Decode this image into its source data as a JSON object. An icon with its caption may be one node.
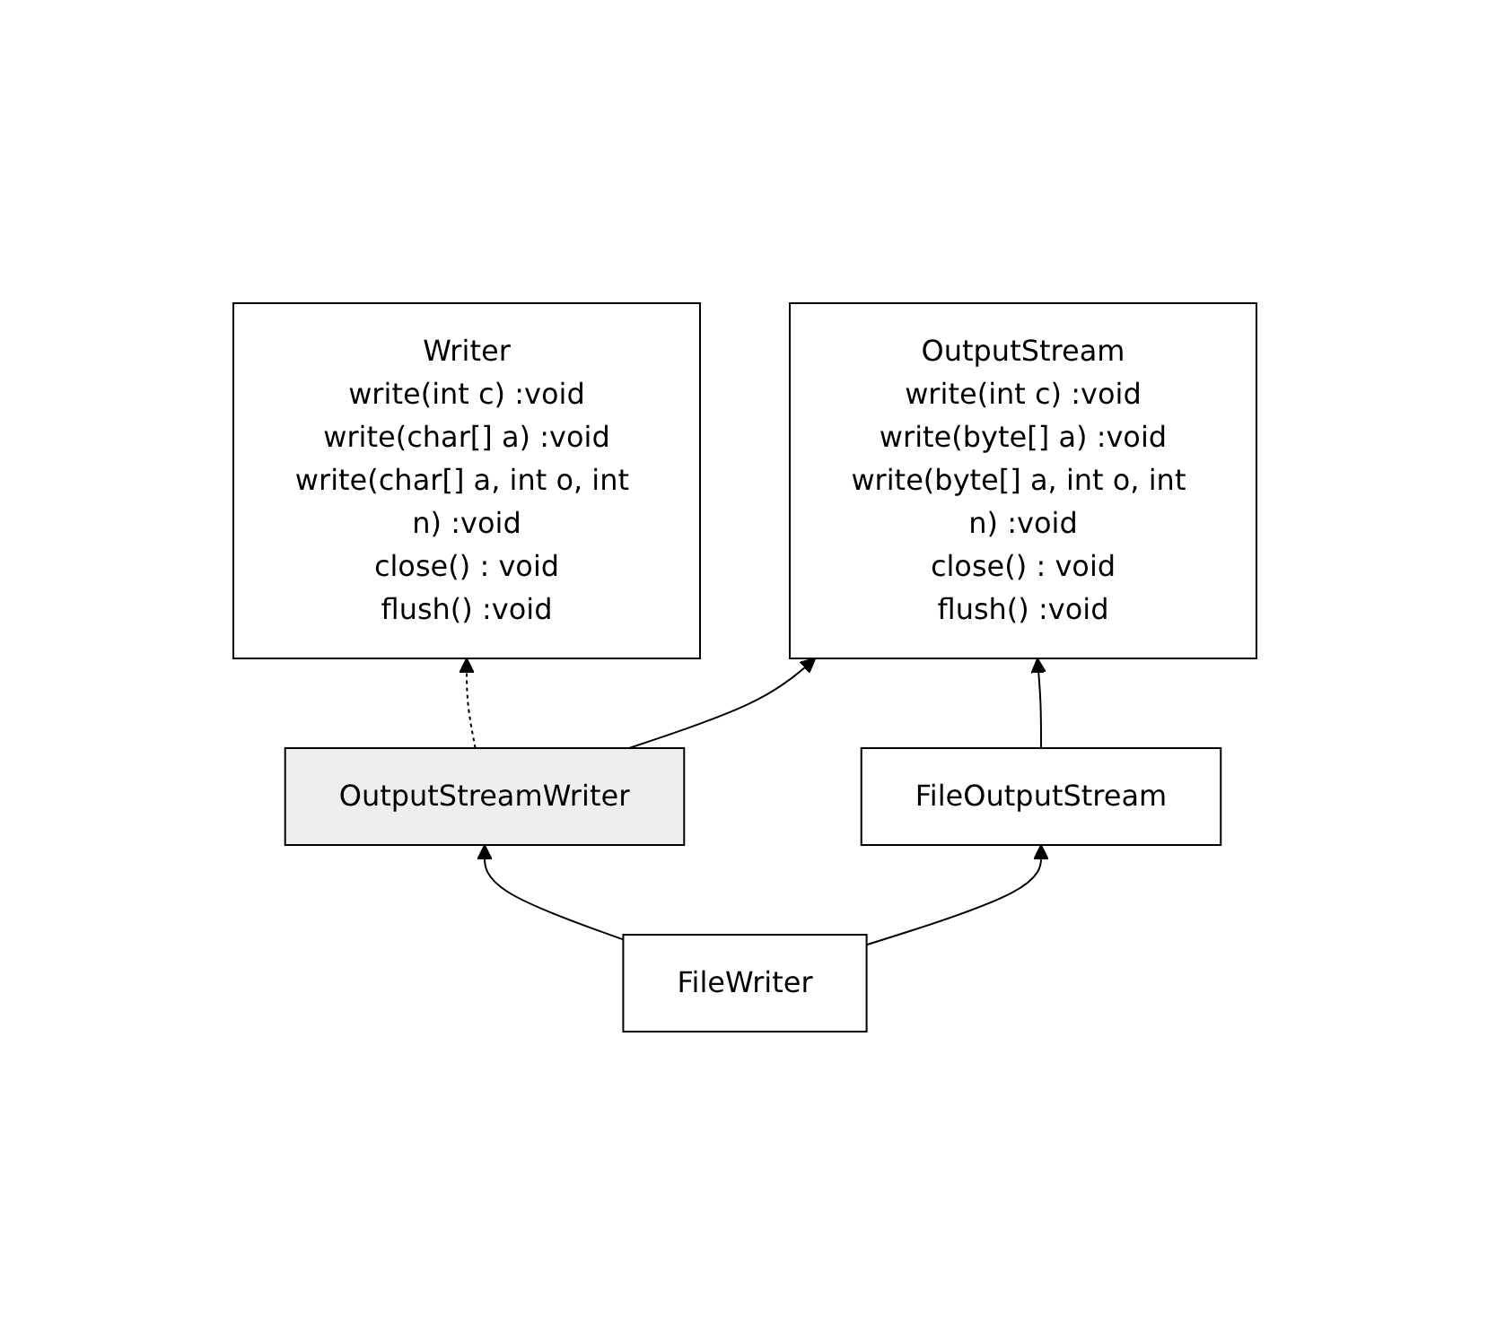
{
  "diagram": {
    "nodes": [
      {
        "text": [
          "Writer",
          "write(int c) :void",
          "write(char[] a) :void",
          "write(char[] a, int o, int n) :void",
          "close() : void",
          "flush() :void"
        ]
      },
      {
        "text": [
          "OutputStream",
          "write(int c) :void",
          "write(byte[] a) :void",
          "write(byte[] a, int o, int n) :void",
          "close() : void",
          "flush() :void"
        ]
      },
      {
        "text": [
          "OutputStreamWriter"
        ]
      },
      {
        "text": [
          "FileWriter"
        ]
      },
      {
        "text": [
          "FileOutputStream"
        ]
      }
    ],
    "edges": [
      {
        "from": 2,
        "to": 0,
        "arrow": "to",
        "style": "dashed"
      },
      {
        "from": 2,
        "to": 1,
        "arrow": "to"
      },
      {
        "from": 3,
        "to": 2,
        "arrow": "to"
      },
      {
        "from": 4,
        "to": 1,
        "arrow": "to"
      },
      {
        "from": 3,
        "to": 4,
        "arrow": "to"
      }
    ]
  }
}
